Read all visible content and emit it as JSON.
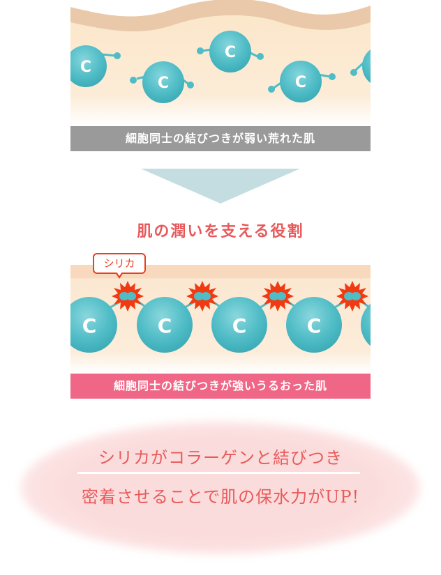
{
  "top_diagram": {
    "molecule_label": "C",
    "caption": "細胞同士の結びつきが弱い荒れた肌",
    "caption_bg": "#9a9a9a"
  },
  "arrow": {
    "icon": "down-triangle-arrow",
    "color": "#c4dde1"
  },
  "heading": {
    "text": "肌の潤いを支える役割",
    "color": "#e8585a"
  },
  "bottom_diagram": {
    "badge_label": "シリカ",
    "molecule_label": "C",
    "caption": "細胞同士の結びつきが強いうるおった肌",
    "caption_bg": "#f06686"
  },
  "summary": {
    "line1": "シリカがコラーゲンと結びつき",
    "line2": "密着させることで肌の保水力がUP!",
    "color": "#e85a5a"
  },
  "colors": {
    "skin_light": "#fbe9cf",
    "skin_band": "#e9c9aa",
    "molecule": "#4fbcc6",
    "spark": "#f23a12"
  }
}
